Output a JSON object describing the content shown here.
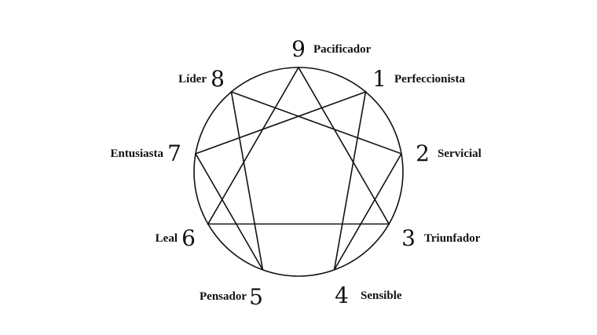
{
  "diagram": {
    "points": [
      {
        "number": "9",
        "label": "Pacificador"
      },
      {
        "number": "1",
        "label": "Perfeccionista"
      },
      {
        "number": "2",
        "label": "Servicial"
      },
      {
        "number": "3",
        "label": "Triunfador"
      },
      {
        "number": "4",
        "label": "Sensible"
      },
      {
        "number": "5",
        "label": "Pensador"
      },
      {
        "number": "6",
        "label": "Leal"
      },
      {
        "number": "7",
        "label": "Entusiasta"
      },
      {
        "number": "8",
        "label": "Líder"
      }
    ]
  }
}
